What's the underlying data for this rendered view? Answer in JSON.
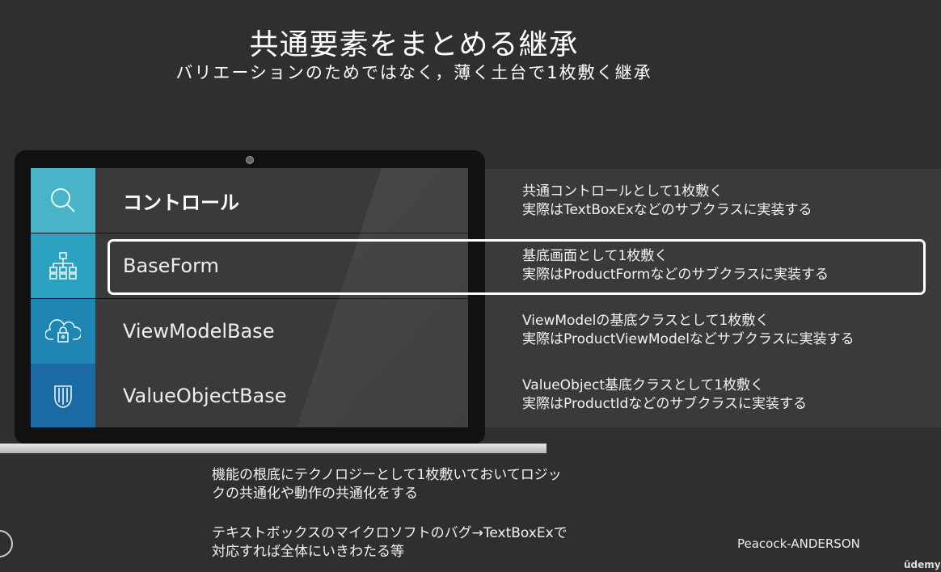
{
  "header": {
    "title": "共通要素をまとめる継承",
    "subtitle": "バリエーションのためではなく，薄く土台で1枚敷く継承"
  },
  "rows": [
    {
      "label": "コントロール",
      "icon": "search-icon",
      "color": "#49b4c7",
      "desc": [
        "共通コントロールとして1枚敷く",
        "実際はTextBoxExなどのサブクラスに実装する"
      ]
    },
    {
      "label": "BaseForm",
      "icon": "hierarchy-icon",
      "color": "#2da2c0",
      "desc": [
        "基底画面として1枚敷く",
        "実際はProductFormなどのサブクラスに実装する"
      ]
    },
    {
      "label": "ViewModelBase",
      "icon": "cloud-lock-icon",
      "color": "#1f86b3",
      "desc": [
        "ViewModelの基底クラスとして1枚敷く",
        "実際はProductViewModelなどサブクラスに実装する"
      ]
    },
    {
      "label": "ValueObjectBase",
      "icon": "shield-icon",
      "color": "#1c6aa3",
      "desc": [
        "ValueObject基底クラスとして1枚敷く",
        "実際はProductIdなどのサブクラスに実装する"
      ]
    }
  ],
  "notes": {
    "note1_line1": "機能の根底にテクノロジーとして1枚敷いておいてロジッ",
    "note1_line2": "クの共通化や動作の共通化をする",
    "note2_line1": "テキストボックスのマイクロソフトのバグ→TextBoxExで",
    "note2_line2": "対応すれば全体にいきわたる等"
  },
  "footer": {
    "author": "Peacock-ANDERSON",
    "brand": "ūdemy"
  }
}
